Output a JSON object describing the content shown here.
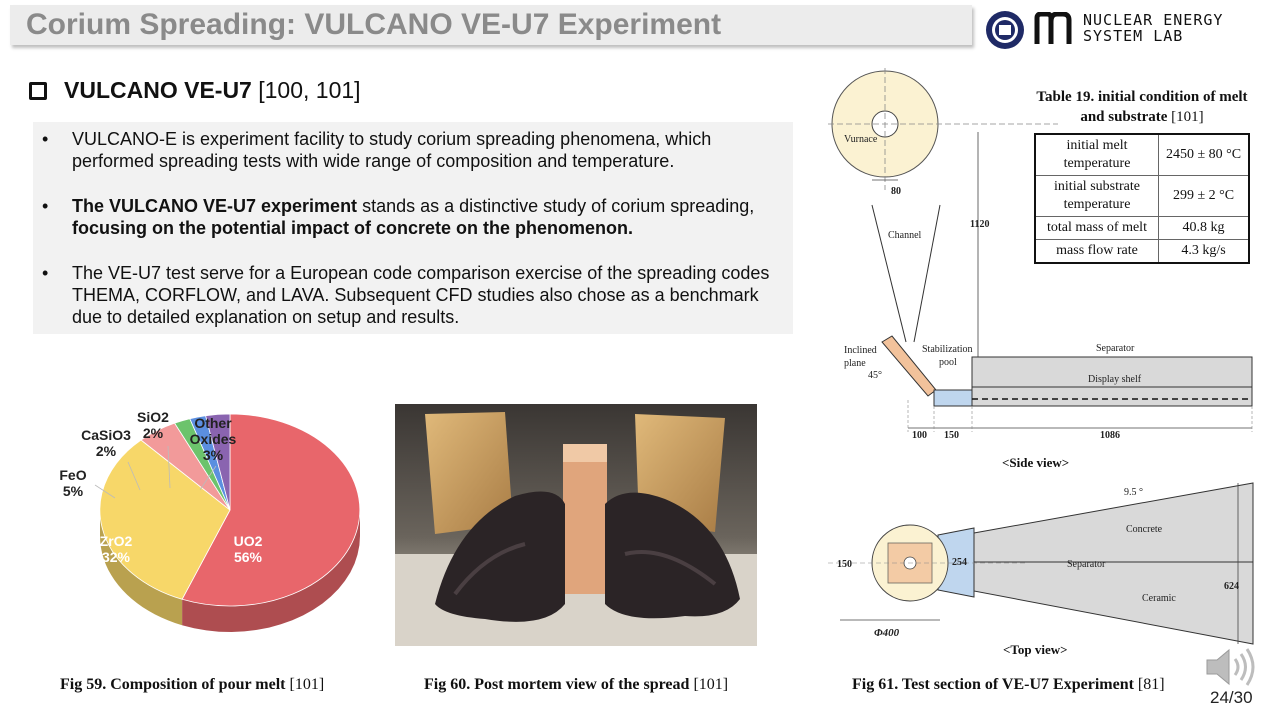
{
  "header": {
    "title": "Corium Spreading: VULCANO VE-U7 Experiment",
    "lab_line1": "NUCLEAR ENERGY",
    "lab_line2": "SYSTEM LAB"
  },
  "section": {
    "heading_bold": "VULCANO VE-U7",
    "heading_ref": " [100, 101]"
  },
  "bullets": {
    "b1": "VULCANO-E is experiment facility to study corium spreading phenomena, which performed spreading tests with wide range of composition and temperature.",
    "b2_bold": "The VULCANO VE-U7 experiment",
    "b2_text": " stands as a distinctive study of corium spreading, ",
    "b2_bold2": "focusing on the potential impact of concrete on the phenomenon.",
    "b3": "The VE-U7 test serve for a European code comparison exercise of the spreading codes THEMA, CORFLOW, and LAVA. Subsequent CFD studies also chose as a benchmark due to detailed explanation on setup and results."
  },
  "chart_data": {
    "type": "pie",
    "categories": [
      "UO2",
      "ZrO2",
      "FeO",
      "CaSiO3",
      "SiO2",
      "Other Oxides"
    ],
    "values": [
      56,
      32,
      5,
      2,
      2,
      3
    ],
    "labels": [
      "56%",
      "32%",
      "5%",
      "2%",
      "2%",
      "3%"
    ],
    "colors": [
      "#e8666b",
      "#f7d769",
      "#f29a9a",
      "#6cc36c",
      "#5b8fe0",
      "#8a64b0"
    ]
  },
  "captions": {
    "fig59": "Fig 59. Composition of pour melt",
    "fig59_ref": " [101]",
    "fig60": "Fig 60. Post mortem view of the spread",
    "fig60_ref": " [101]",
    "fig61": "Fig 61. Test section of VE-U7 Experiment",
    "fig61_ref": " [81]"
  },
  "table19": {
    "title_bold": "Table 19. initial condition of melt and substrate",
    "title_ref": " [101]",
    "rows": [
      {
        "label": "initial melt temperature",
        "value": "2450 ± 80 °C"
      },
      {
        "label": "initial substrate temperature",
        "value": "299 ± 2 °C"
      },
      {
        "label": "total mass of melt",
        "value": "40.8 kg"
      },
      {
        "label": "mass flow rate",
        "value": "4.3 kg/s"
      }
    ]
  },
  "diagram": {
    "furnace": "Vurnace",
    "channel": "Channel",
    "dim_80": "80",
    "dim_1120": "1120",
    "inclined_plane_1": "Inclined",
    "inclined_plane_2": "plane",
    "angle_45": "45°",
    "stab_pool_1": "Stabilization",
    "stab_pool_2": "pool",
    "separator": "Separator",
    "display_shelf": "Display shelf",
    "dim_100": "100",
    "dim_150": "150",
    "dim_1086": "1086",
    "side_view": "<Side view>",
    "angle_95": "9.5 °",
    "concrete": "Concrete",
    "separator_top": "Separator",
    "ceramic": "Ceramic",
    "dim_150_top": "150",
    "dim_254": "254",
    "dim_624": "624",
    "dim_phi400": "Φ400",
    "top_view": "<Top view>"
  },
  "page": {
    "number": "24/30"
  }
}
